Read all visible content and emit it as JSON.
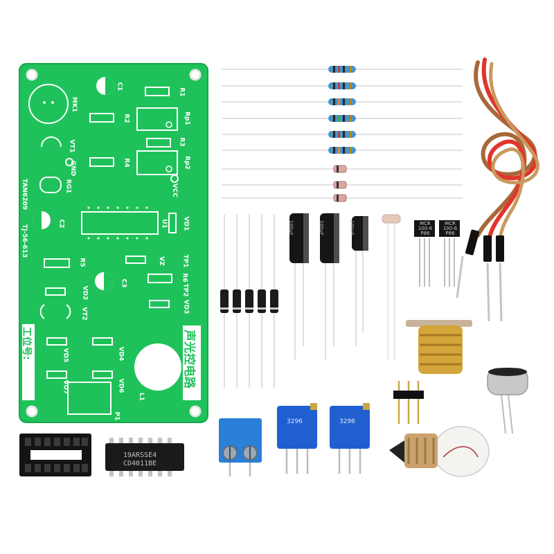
{
  "pcb": {
    "title": "声光控电路",
    "station_label": "工位号:",
    "board_codes": [
      "TAN6209",
      "TJ-56-613"
    ],
    "labels": {
      "mk1": "MK1",
      "c1": "C1",
      "r1": "R1",
      "r2": "R2",
      "rp1": "Rp1",
      "vt1": "VT1",
      "r3": "R3",
      "r4": "R4",
      "rp2": "Rp2",
      "gnd": "GND",
      "rg1": "RG1",
      "vcc": "VCC",
      "c2": "C2",
      "u1": "U1",
      "vd1": "VD1",
      "r5": "R5",
      "vz": "VZ",
      "tp1": "TP1",
      "c3": "C3",
      "r6": "R6",
      "tp2": "TP2",
      "vd2": "VD2",
      "vd3": "VD3",
      "vt2": "VT2",
      "vd5": "VD5",
      "vd4": "VD4",
      "vd7": "VD7",
      "vd6": "VD6",
      "l1": "L1",
      "p1": "P1"
    }
  },
  "components": {
    "ic_marking_line1": "19ARSSE4",
    "ic_marking_line2": "CD4011BE",
    "capacitor_marking": "100uF",
    "scr_marking_line1": "MCR",
    "scr_marking_line2": "100-6",
    "scr_marking_line3": "P86",
    "trimmer_marking": "3296"
  },
  "colors": {
    "pcb_green": "#1fc25a",
    "pcb_silk": "#ffffff",
    "trimmer_blue": "#1f5fd0",
    "terminal_blue": "#2a7fd8",
    "ic_black": "#1a1a1a",
    "brass": "#d4a53a"
  }
}
